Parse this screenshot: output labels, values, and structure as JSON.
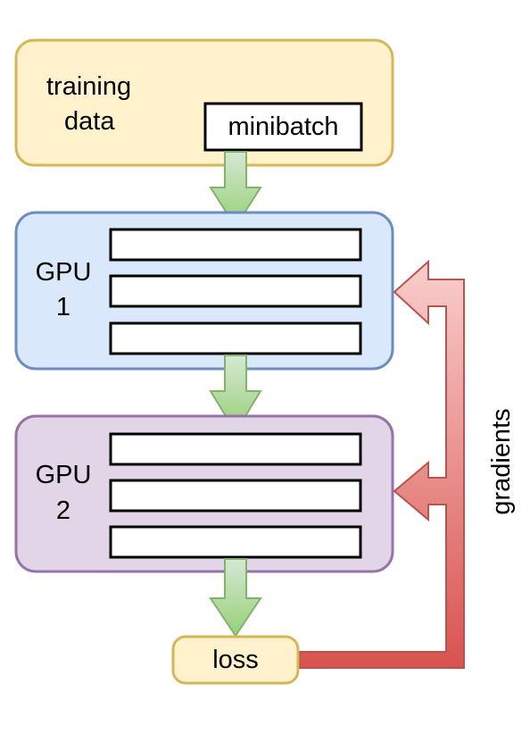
{
  "training_data": {
    "label_line1": "training",
    "label_line2": "data",
    "minibatch_label": "minibatch",
    "fill": "#fff2cc",
    "stroke": "#d6b656"
  },
  "gpu1": {
    "label_line1": "GPU",
    "label_line2": "1",
    "fill": "#dae8fc",
    "stroke": "#6c8ebf"
  },
  "gpu2": {
    "label_line1": "GPU",
    "label_line2": "2",
    "fill": "#e1d5e7",
    "stroke": "#9673a6"
  },
  "loss": {
    "label": "loss",
    "fill": "#fff2cc",
    "stroke": "#d6b656"
  },
  "gradients": {
    "label": "gradients",
    "fill_top": "#f8cecc",
    "fill_bottom": "#d9534f",
    "stroke": "#b85450"
  },
  "flow_arrows": {
    "fill_top": "#d5e8d4",
    "fill_bottom": "#97d077",
    "stroke": "#82b366"
  }
}
